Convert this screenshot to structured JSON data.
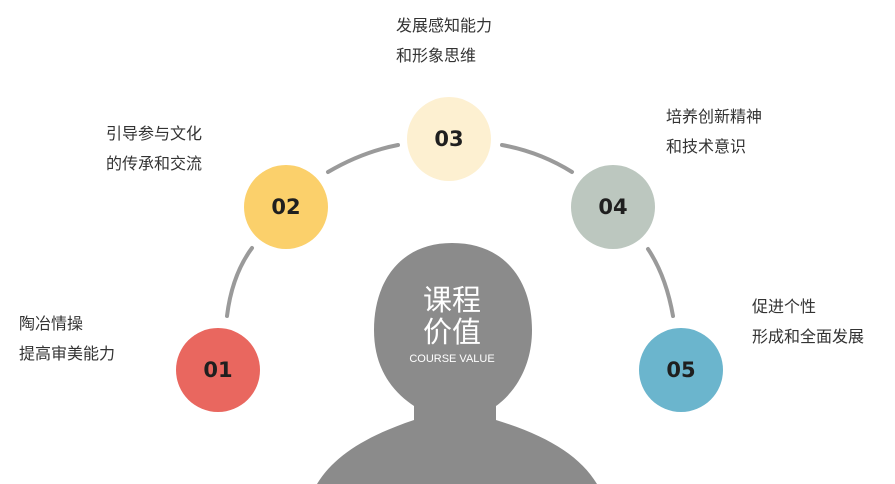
{
  "center": {
    "title_line1": "课程",
    "title_line2": "价值",
    "subtitle": "COURSE VALUE"
  },
  "colors": {
    "silhouette": "#8b8b8b",
    "arc": "#9a9a9a",
    "node_01": "#e9675f",
    "node_02": "#fbd06b",
    "node_03": "#fdf0d1",
    "node_04": "#bcc7bf",
    "node_05": "#6bb5cd"
  },
  "nodes": [
    {
      "number": "01",
      "line1": "陶冶情操",
      "line2": "提高审美能力"
    },
    {
      "number": "02",
      "line1": "引导参与文化",
      "line2": "的传承和交流"
    },
    {
      "number": "03",
      "line1": "发展感知能力",
      "line2": "和形象思维"
    },
    {
      "number": "04",
      "line1": "培养创新精神",
      "line2": "和技术意识"
    },
    {
      "number": "05",
      "line1": "促进个性",
      "line2": "形成和全面发展"
    }
  ]
}
